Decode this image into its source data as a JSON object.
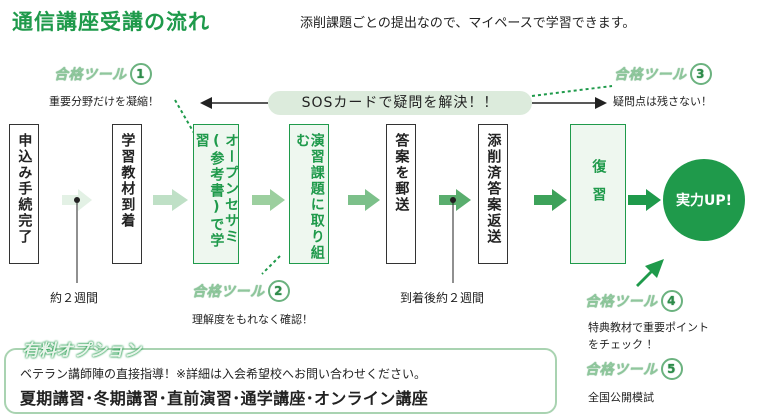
{
  "header": {
    "title": "通信講座受講の流れ",
    "subtitle": "添削課題ごとの提出なので、マイペースで学習できます。"
  },
  "tools": [
    {
      "label": "合格ツール",
      "num": "1",
      "desc": "重要分野だけを凝縮！"
    },
    {
      "label": "合格ツール",
      "num": "2",
      "desc": "理解度をもれなく確認！"
    },
    {
      "label": "合格ツール",
      "num": "3",
      "desc": "疑問点は残さない！"
    },
    {
      "label": "合格ツール",
      "num": "4",
      "desc_lines": [
        "特典教材で重要ポイント",
        "をチェック ！"
      ]
    },
    {
      "label": "合格ツール",
      "num": "5",
      "desc": "全国公開模試"
    }
  ],
  "sos": "SOSカードで疑問を解決！！",
  "steps": [
    {
      "text": "申込み手続完了",
      "style": "plain"
    },
    {
      "text": "学習教材到着",
      "style": "plain"
    },
    {
      "text": "オープンセサミ(参考書)で学習",
      "style": "green"
    },
    {
      "text": "演習課題に取り組む",
      "style": "green"
    },
    {
      "text": "答案を郵送",
      "style": "plain"
    },
    {
      "text": "添削済答案返送",
      "style": "plain"
    },
    {
      "text": "復習",
      "style": "green"
    }
  ],
  "notes": {
    "two_weeks": "約２週間",
    "after_arrival": "到着後約２週間"
  },
  "goal": "実力UP!",
  "option": {
    "label": "有料オプション",
    "line1": "ベテラン講師陣の直接指導！※詳細は入会希望校へお問い合わせください。",
    "line2": "夏期講習･冬期講習･直前演習･通学講座･オンライン講座"
  },
  "colors": {
    "accent": "#1f9a4b",
    "light": "#a9d3b1"
  }
}
